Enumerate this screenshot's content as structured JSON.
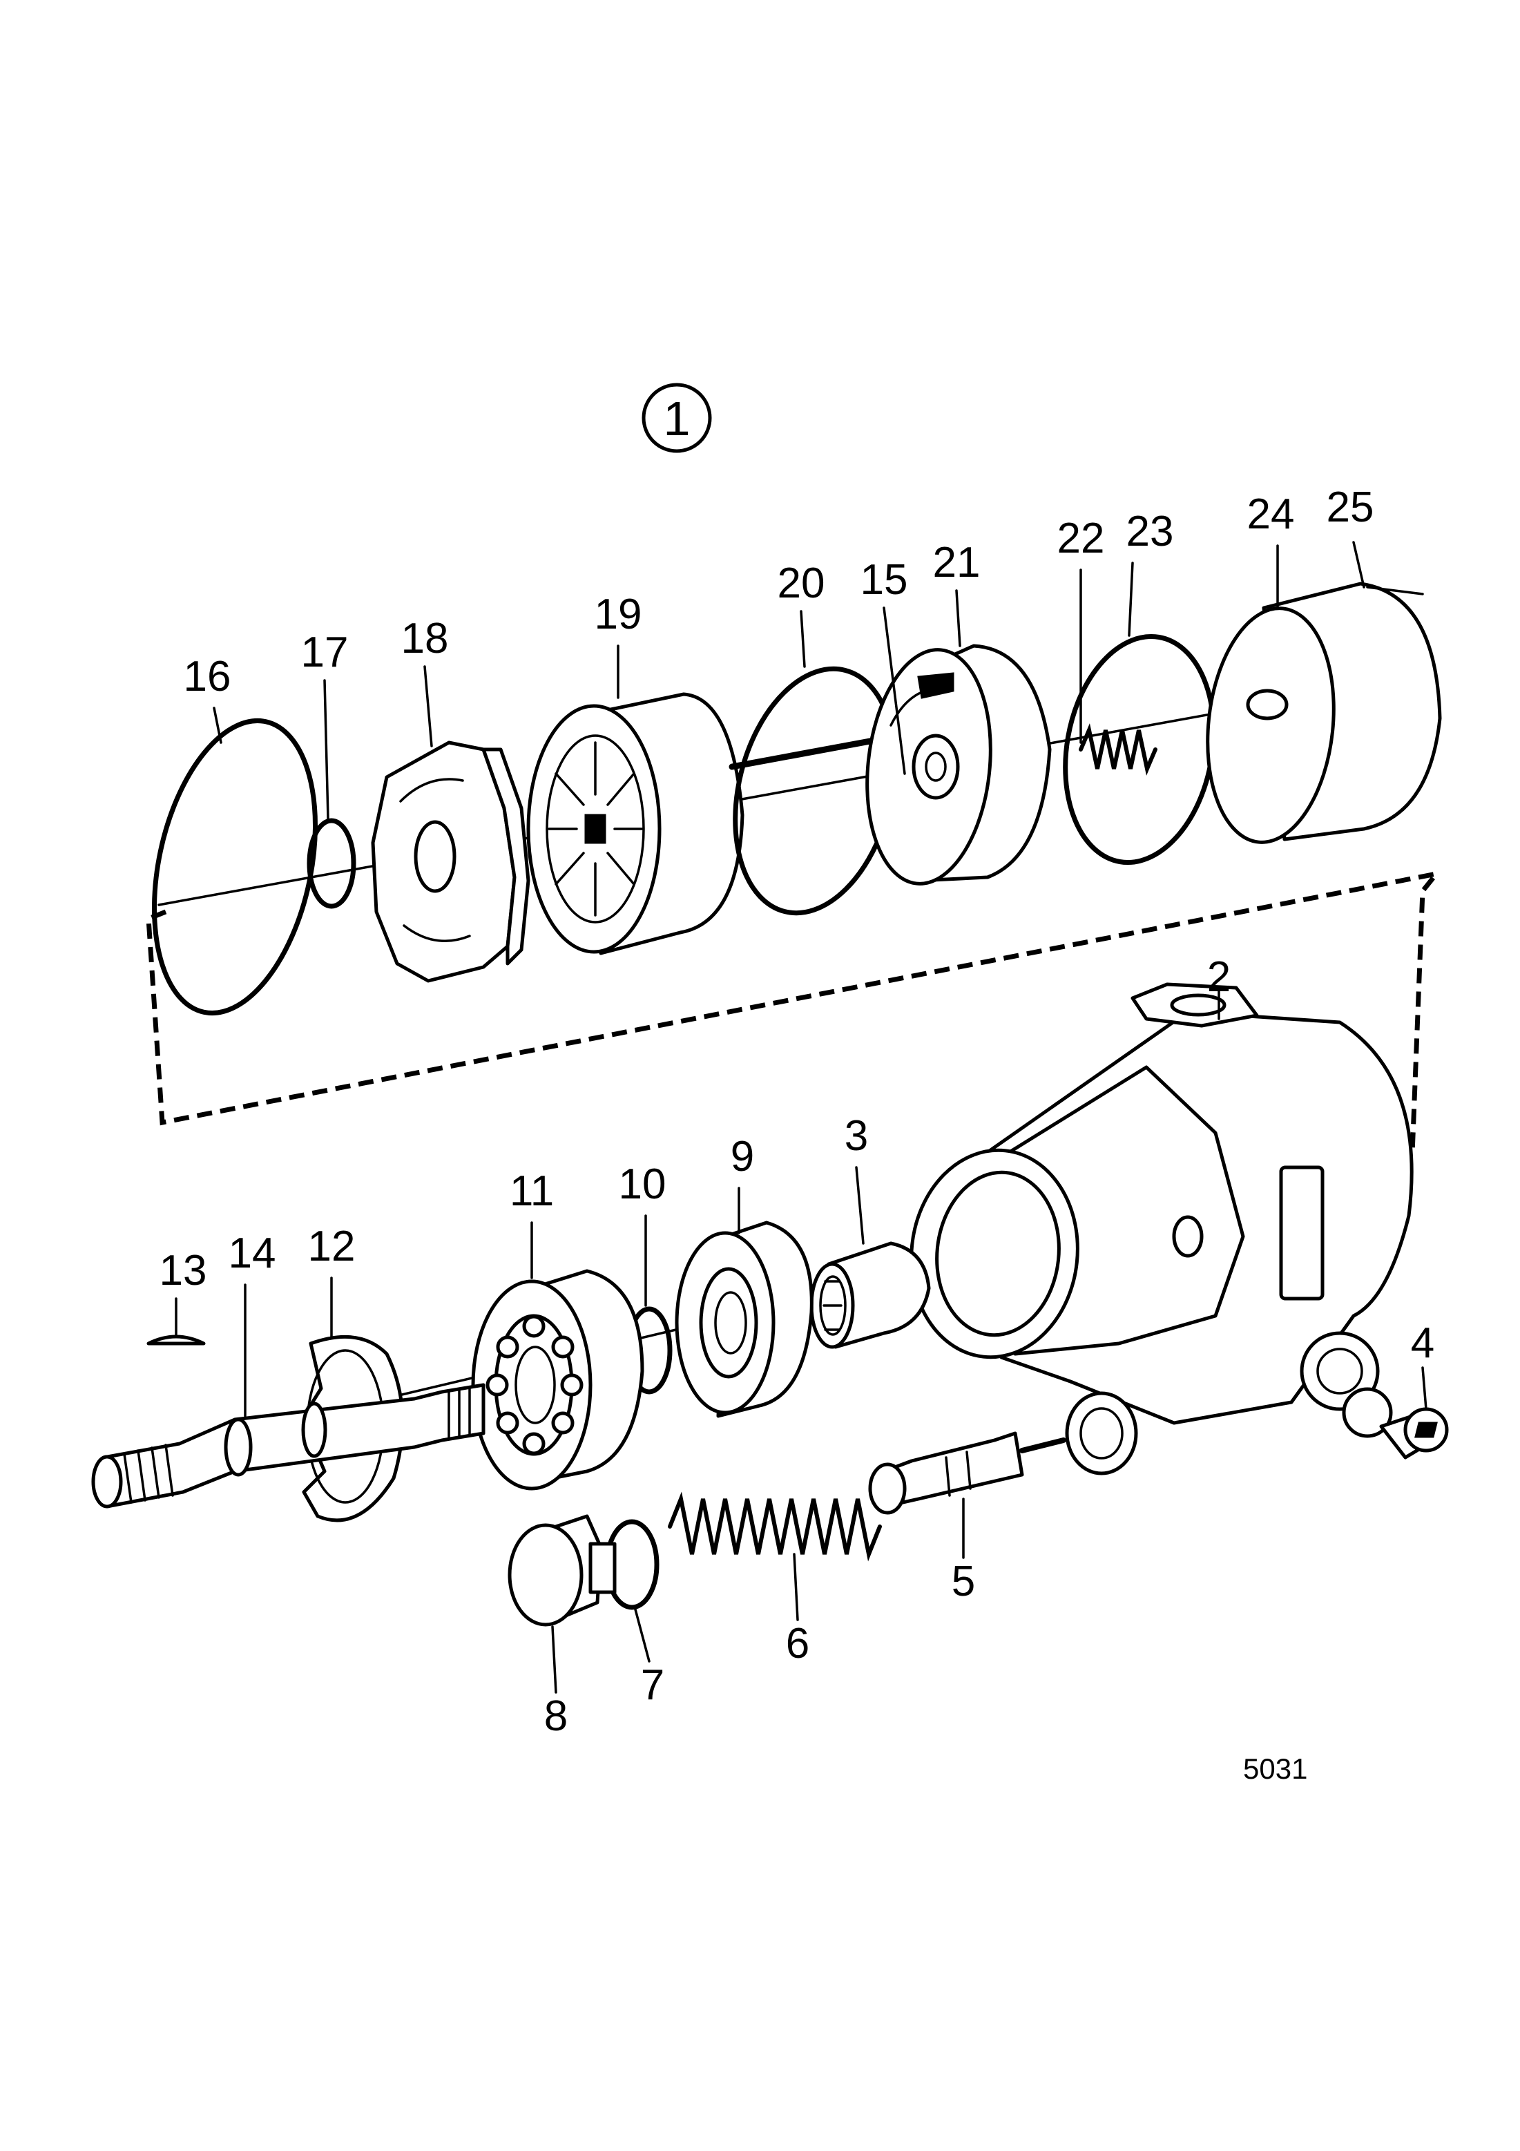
{
  "diagram": {
    "group_label": "1",
    "reference_number": "5031",
    "callouts": [
      "2",
      "3",
      "4",
      "5",
      "6",
      "7",
      "8",
      "9",
      "10",
      "11",
      "12",
      "13",
      "14",
      "15",
      "16",
      "17",
      "18",
      "19",
      "20",
      "21",
      "22",
      "23",
      "24",
      "25"
    ]
  }
}
